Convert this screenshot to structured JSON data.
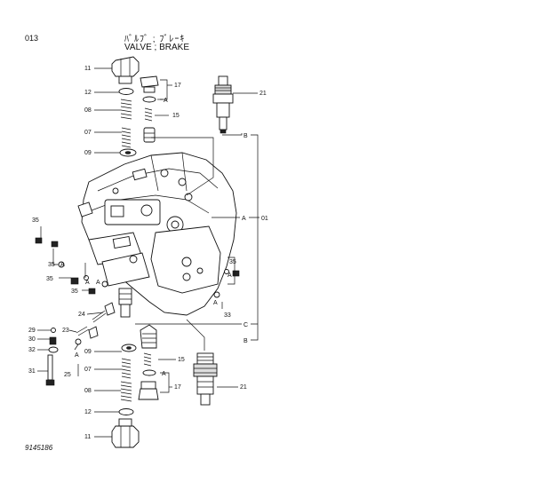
{
  "header": {
    "page_code": "013",
    "title_jp": "ﾊﾞﾙﾌﾞ ; ﾌﾞﾚｰｷ",
    "title_en": "VALVE ; BRAKE"
  },
  "footer": {
    "drawing_number": "9145186"
  },
  "callouts": {
    "c01": "01",
    "c07_top": "07",
    "c07_bot": "07",
    "c08_top": "08",
    "c08_bot": "08",
    "c09_top": "09",
    "c09_bot": "09",
    "c11_top": "11",
    "c11_bot": "11",
    "c12_top": "12",
    "c12_bot": "12",
    "c15_top": "15",
    "c15_bot": "15",
    "c17_top": "17",
    "c17_bot": "17",
    "c21_top": "21",
    "c21_bot": "21",
    "c23": "23",
    "c24": "24",
    "c25": "25",
    "c29": "29",
    "c30": "30",
    "c31": "31",
    "c32": "32",
    "c33": "33",
    "c35_a": "35",
    "c35_b": "35",
    "c35_c": "35",
    "c35_d": "35"
  },
  "refs": {
    "A": "A",
    "B": "B",
    "C": "C"
  }
}
